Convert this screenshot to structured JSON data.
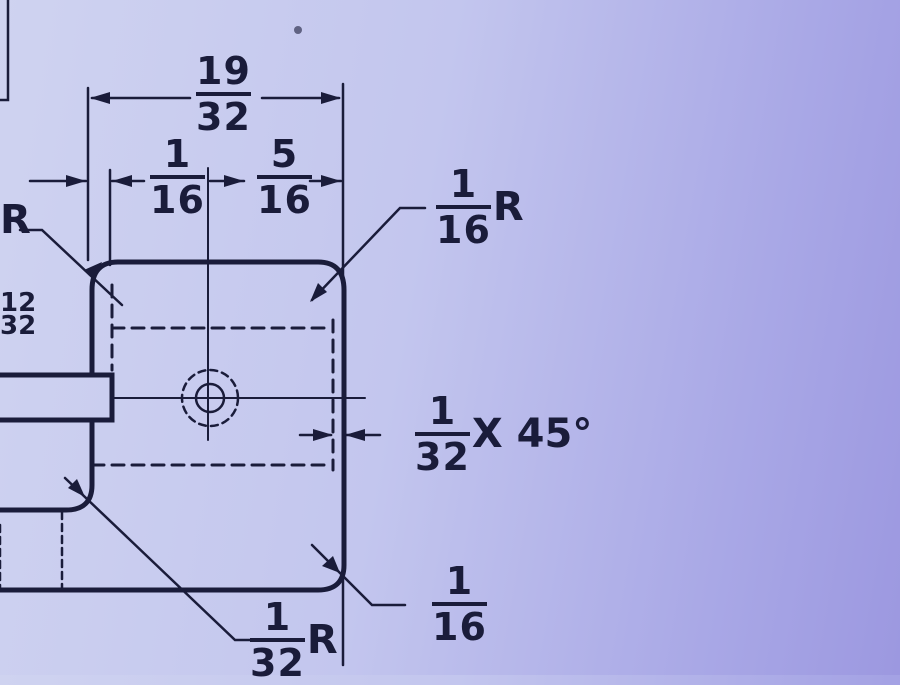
{
  "dimensions": {
    "overall_width": {
      "numerator": "19",
      "denominator": "32"
    },
    "left_offset": {
      "numerator": "1",
      "denominator": "16"
    },
    "right_offset": {
      "numerator": "5",
      "denominator": "16"
    },
    "top_right_radius": {
      "numerator": "1",
      "denominator": "16",
      "suffix": "R"
    },
    "chamfer": {
      "numerator": "1",
      "denominator": "32",
      "suffix": "X 45°"
    },
    "bottom_right_radius": {
      "numerator": "1",
      "denominator": "16"
    },
    "bottom_left_radius": {
      "numerator": "1",
      "denominator": "32",
      "suffix": "R"
    }
  },
  "edge_labels": {
    "left_radius_suffix": "R",
    "left_fraction_partial": "12\n32"
  },
  "colors": {
    "ink": "#1a1c3a",
    "screen_background": "#c3c6ee"
  }
}
